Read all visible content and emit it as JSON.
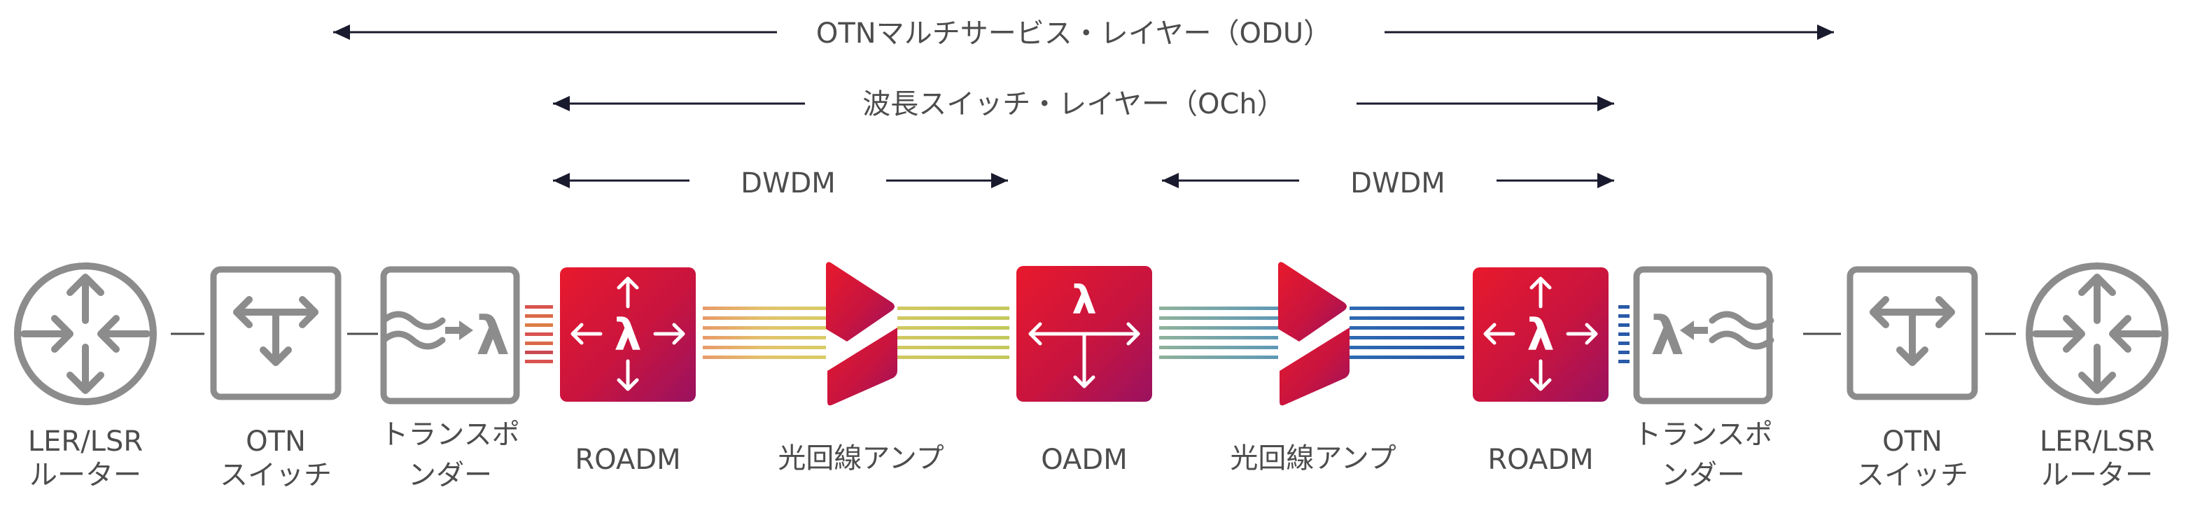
{
  "layers": {
    "odu": "OTNマルチサービス・レイヤー（ODU）",
    "och": "波長スイッチ・レイヤー（OCh）",
    "dwdm_left": "DWDM",
    "dwdm_right": "DWDM"
  },
  "devices": {
    "router_left": [
      "LER/LSR",
      "ルーター"
    ],
    "otn_left": [
      "OTN",
      "スイッチ"
    ],
    "transponder_left": [
      "トランスポ",
      "ンダー"
    ],
    "roadm_left": "ROADM",
    "amp_left": "光回線アンプ",
    "oadm": "OADM",
    "amp_right": "光回線アンプ",
    "roadm_right": "ROADM",
    "transponder_right": [
      "トランスポ",
      "ンダー"
    ],
    "otn_right": [
      "OTN",
      "スイッチ"
    ],
    "router_right": [
      "LER/LSR",
      "ルーター"
    ]
  },
  "symbols": {
    "lambda": "λ",
    "wave": "≈"
  },
  "colors": {
    "arrow": "#1a1a2e",
    "text": "#4d4d4d",
    "gray_device": "#8c8c8c",
    "red_start": "#e8192c",
    "red_end": "#a3125e",
    "fiber_warm": [
      "#e2a46a",
      "#e4c16a",
      "#d9cb63"
    ],
    "fiber_green": "#c9c95c",
    "fiber_teal": "#6aa3b0",
    "fiber_blue": "#2a63b0"
  }
}
